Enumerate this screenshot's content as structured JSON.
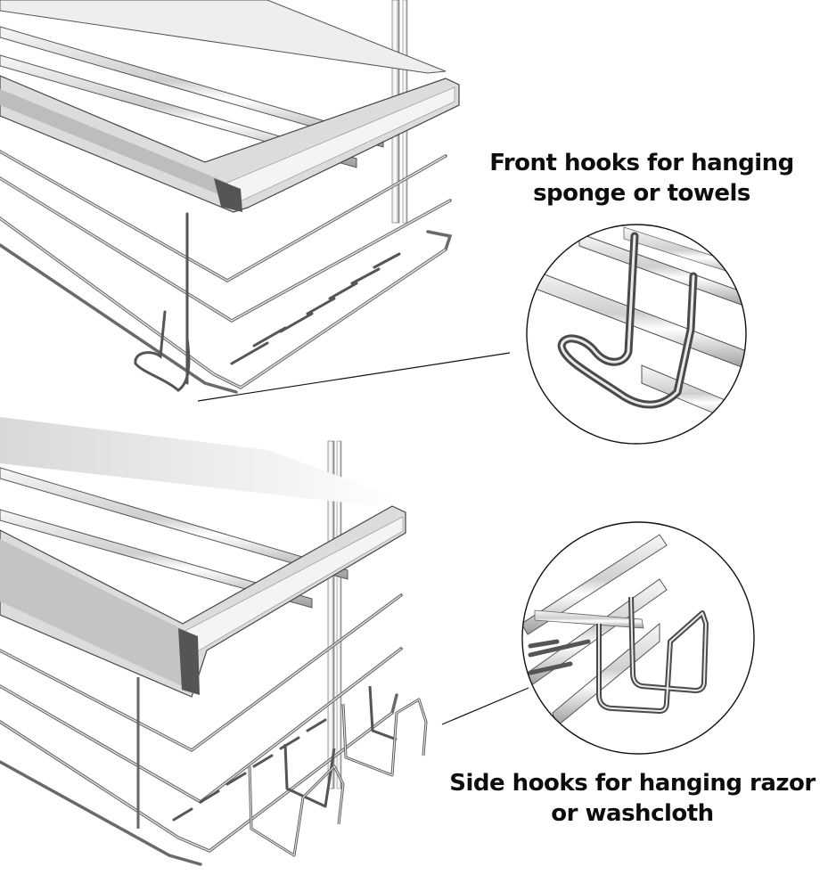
{
  "product_image": {
    "subject": "stainless steel shower caddy baskets with hooks",
    "callouts": [
      {
        "name": "front-hooks",
        "lines": [
          "Front hooks for hanging",
          "sponge or towels"
        ],
        "detail_icon": "front-hook-detail-icon"
      },
      {
        "name": "side-hooks",
        "lines": [
          "Side hooks for hanging razor",
          "or washcloth"
        ],
        "detail_icon": "side-hook-detail-icon"
      }
    ],
    "colors": {
      "background": "#ffffff",
      "text": "#0d0d0d",
      "metal_light": "#f2f2f2",
      "metal_mid": "#b8b8b8",
      "metal_dark": "#3a3a3a",
      "outline": "#222222"
    }
  }
}
